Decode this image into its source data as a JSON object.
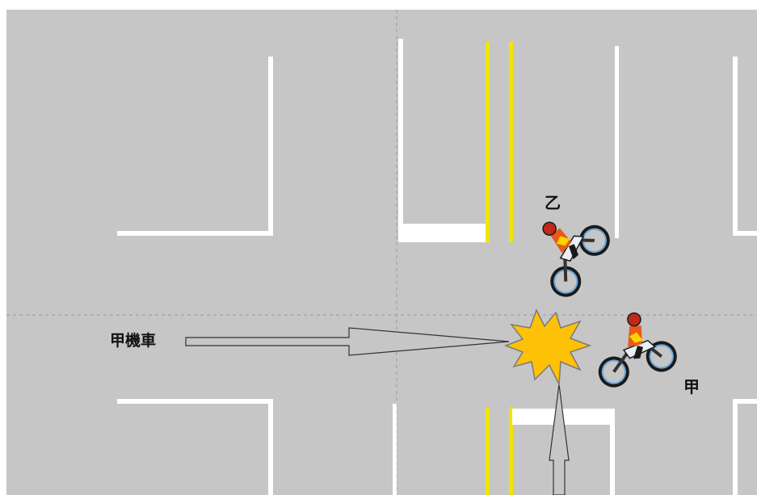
{
  "labels": {
    "vehicle_a_arrow": "甲機車",
    "vehicle_a": "甲",
    "vehicle_b": "乙"
  },
  "colors": {
    "road": "#c6c6c6",
    "background": "#ffffff",
    "marking_white": "#ffffff",
    "marking_yellow": "#f2e600",
    "centerline_dashed": "#9a9a9a",
    "arrow_stroke": "#333333",
    "arrow_fill": "#c6c6c6",
    "crash_fill": "#ffc107",
    "crash_stroke": "#7a7a7a"
  },
  "icons": {
    "collision": "collision-burst-icon",
    "vehicle_a": "motorcycle-icon",
    "vehicle_b": "motorcycle-icon"
  }
}
